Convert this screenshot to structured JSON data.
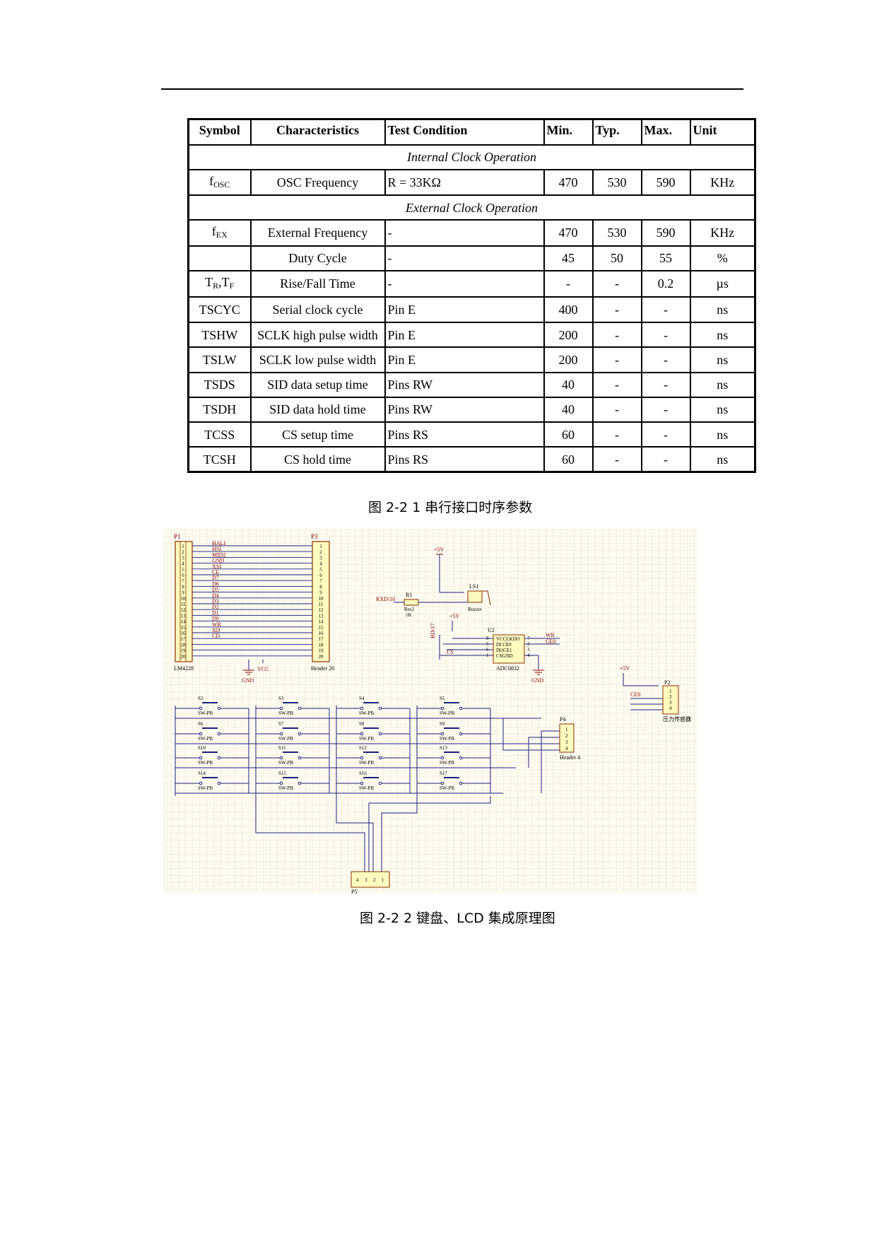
{
  "table": {
    "headers": [
      "Symbol",
      "Characteristics",
      "Test Condition",
      "Min.",
      "Typ.",
      "Max.",
      "Unit"
    ],
    "section_internal": "Internal Clock Operation",
    "section_external": "External Clock Operation",
    "rows_internal": [
      {
        "sym": "f",
        "sub": "OSC",
        "char": "OSC Frequency",
        "cond": "R = 33KΩ",
        "min": "470",
        "typ": "530",
        "max": "590",
        "unit": "KHz"
      }
    ],
    "rows_external": [
      {
        "sym": "f",
        "sub": "EX",
        "char": "External Frequency",
        "cond": "-",
        "min": "470",
        "typ": "530",
        "max": "590",
        "unit": "KHz"
      },
      {
        "sym": "",
        "sub": "",
        "char": "Duty Cycle",
        "cond": "-",
        "min": "45",
        "typ": "50",
        "max": "55",
        "unit": "%"
      },
      {
        "sym": "T",
        "sub": "R",
        "sym2": ",T",
        "sub2": "F",
        "char": "Rise/Fall Time",
        "cond": "-",
        "min": "-",
        "typ": "-",
        "max": "0.2",
        "unit": "µs"
      },
      {
        "sym": "TSCYC",
        "char": "Serial clock cycle",
        "cond": "Pin E",
        "min": "400",
        "typ": "-",
        "max": "-",
        "unit": "ns"
      },
      {
        "sym": "TSHW",
        "char": "SCLK high pulse width",
        "cond": "Pin E",
        "min": "200",
        "typ": "-",
        "max": "-",
        "unit": "ns"
      },
      {
        "sym": "TSLW",
        "char": "SCLK low pulse width",
        "cond": "Pin E",
        "min": "200",
        "typ": "-",
        "max": "-",
        "unit": "ns"
      },
      {
        "sym": "TSDS",
        "char": "SID data setup time",
        "cond": "Pins RW",
        "min": "40",
        "typ": "-",
        "max": "-",
        "unit": "ns"
      },
      {
        "sym": "TSDH",
        "char": "SID data hold time",
        "cond": "Pins RW",
        "min": "40",
        "typ": "-",
        "max": "-",
        "unit": "ns"
      },
      {
        "sym": "TCSS",
        "char": "CS setup time",
        "cond": "Pins RS",
        "min": "60",
        "typ": "-",
        "max": "-",
        "unit": "ns"
      },
      {
        "sym": "TCSH",
        "char": "CS hold time",
        "cond": "Pins RS",
        "min": "60",
        "typ": "-",
        "max": "-",
        "unit": "ns"
      }
    ]
  },
  "caption1": "图 2-2 1  串行接口时序参数",
  "caption2": "图 2-2 2  键盘、LCD 集成原理图",
  "schematic": {
    "p1": {
      "ref": "P1",
      "name": "LM4228",
      "pins": [
        "1",
        "2",
        "3",
        "4",
        "5",
        "6",
        "7",
        "8",
        "9",
        "10",
        "11",
        "12",
        "13",
        "14",
        "15",
        "16",
        "17",
        "18",
        "19",
        "20"
      ]
    },
    "p3": {
      "ref": "P3",
      "name": "Header 20"
    },
    "nets": [
      "HALI",
      "HSI",
      "MID2",
      "GND",
      "XSI",
      "CE",
      "D7",
      "D6",
      "D5",
      "D4",
      "D3",
      "D2",
      "D1",
      "D0",
      "WR",
      "XD",
      "CD"
    ],
    "vcc": "VCC",
    "gnd": "GND",
    "plus5v": "+5V",
    "r1": {
      "ref": "R1",
      "net": "RXD/10",
      "name": "Res2",
      "value": "1K"
    },
    "ls1": {
      "ref": "LS1",
      "name": "Buzzer"
    },
    "u2": {
      "ref": "U2",
      "name": "ADC0832",
      "pins_left": [
        "8",
        "5",
        "6",
        "1"
      ],
      "pins_right": [
        "7",
        "2",
        "3",
        "4"
      ],
      "labels": [
        "VCCLKDO",
        "DI CE0",
        "DOCE1",
        "CSGND"
      ],
      "net_rd": "RD/17",
      "net_cs": "CS",
      "net_wr": "WR",
      "net_ce0": "CE0"
    },
    "p2": {
      "ref": "P2",
      "name": "压力传感器",
      "pins": [
        "1",
        "2",
        "3",
        "4"
      ],
      "net": "CE0"
    },
    "p4": {
      "ref": "P4",
      "name": "Header 4",
      "pins": [
        "1",
        "2",
        "3",
        "4"
      ]
    },
    "p5": {
      "ref": "P5",
      "pins": [
        "4",
        "3",
        "2",
        "1"
      ]
    },
    "switches": [
      [
        "S2",
        "S3",
        "S4",
        "S5"
      ],
      [
        "S6",
        "S7",
        "S8",
        "S9"
      ],
      [
        "S10",
        "S11",
        "S12",
        "S13"
      ],
      [
        "S14",
        "S15",
        "S16",
        "S17"
      ]
    ],
    "switch_type": "SW-PB"
  }
}
